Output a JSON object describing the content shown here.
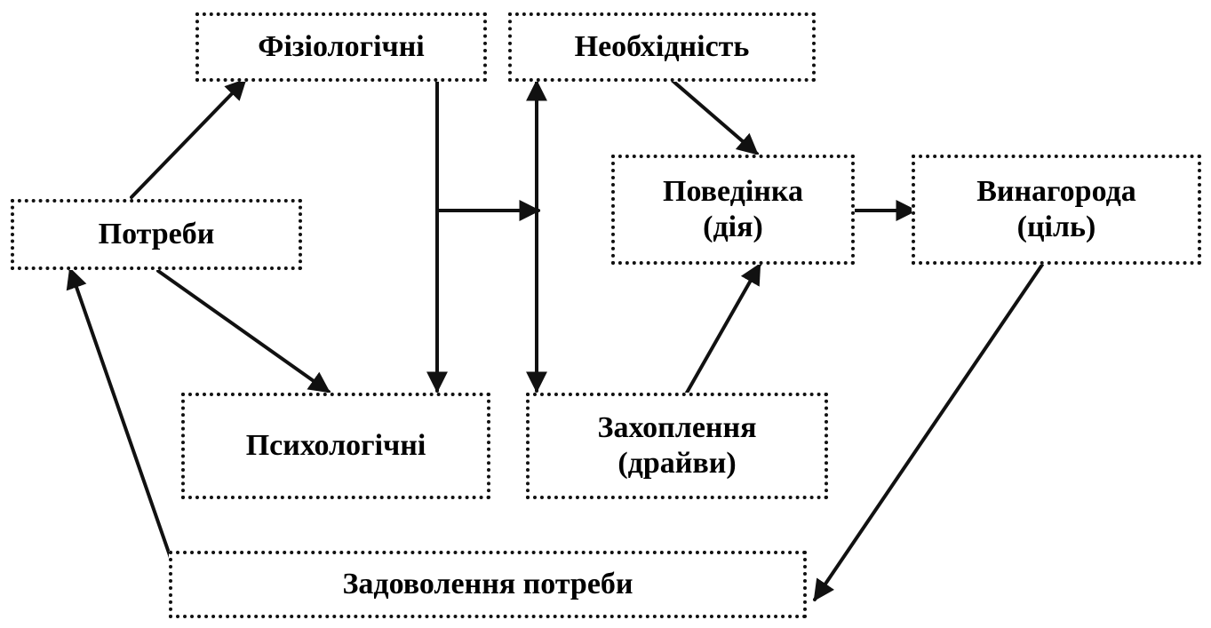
{
  "nodes": {
    "fiziolohichni": "Фізіологічні",
    "neobkhidnist": "Необхідність",
    "potreby": "Потреби",
    "povedinka": {
      "line1": "Поведінка",
      "line2": "(дія)"
    },
    "vynahoroda": {
      "line1": "Винагорода",
      "line2": "(ціль)"
    },
    "psykholohichni": "Психологічні",
    "zakhoplennia": {
      "line1": "Захоплення",
      "line2": "(драйви)"
    },
    "zadovolennia": "Задоволення потреби"
  }
}
